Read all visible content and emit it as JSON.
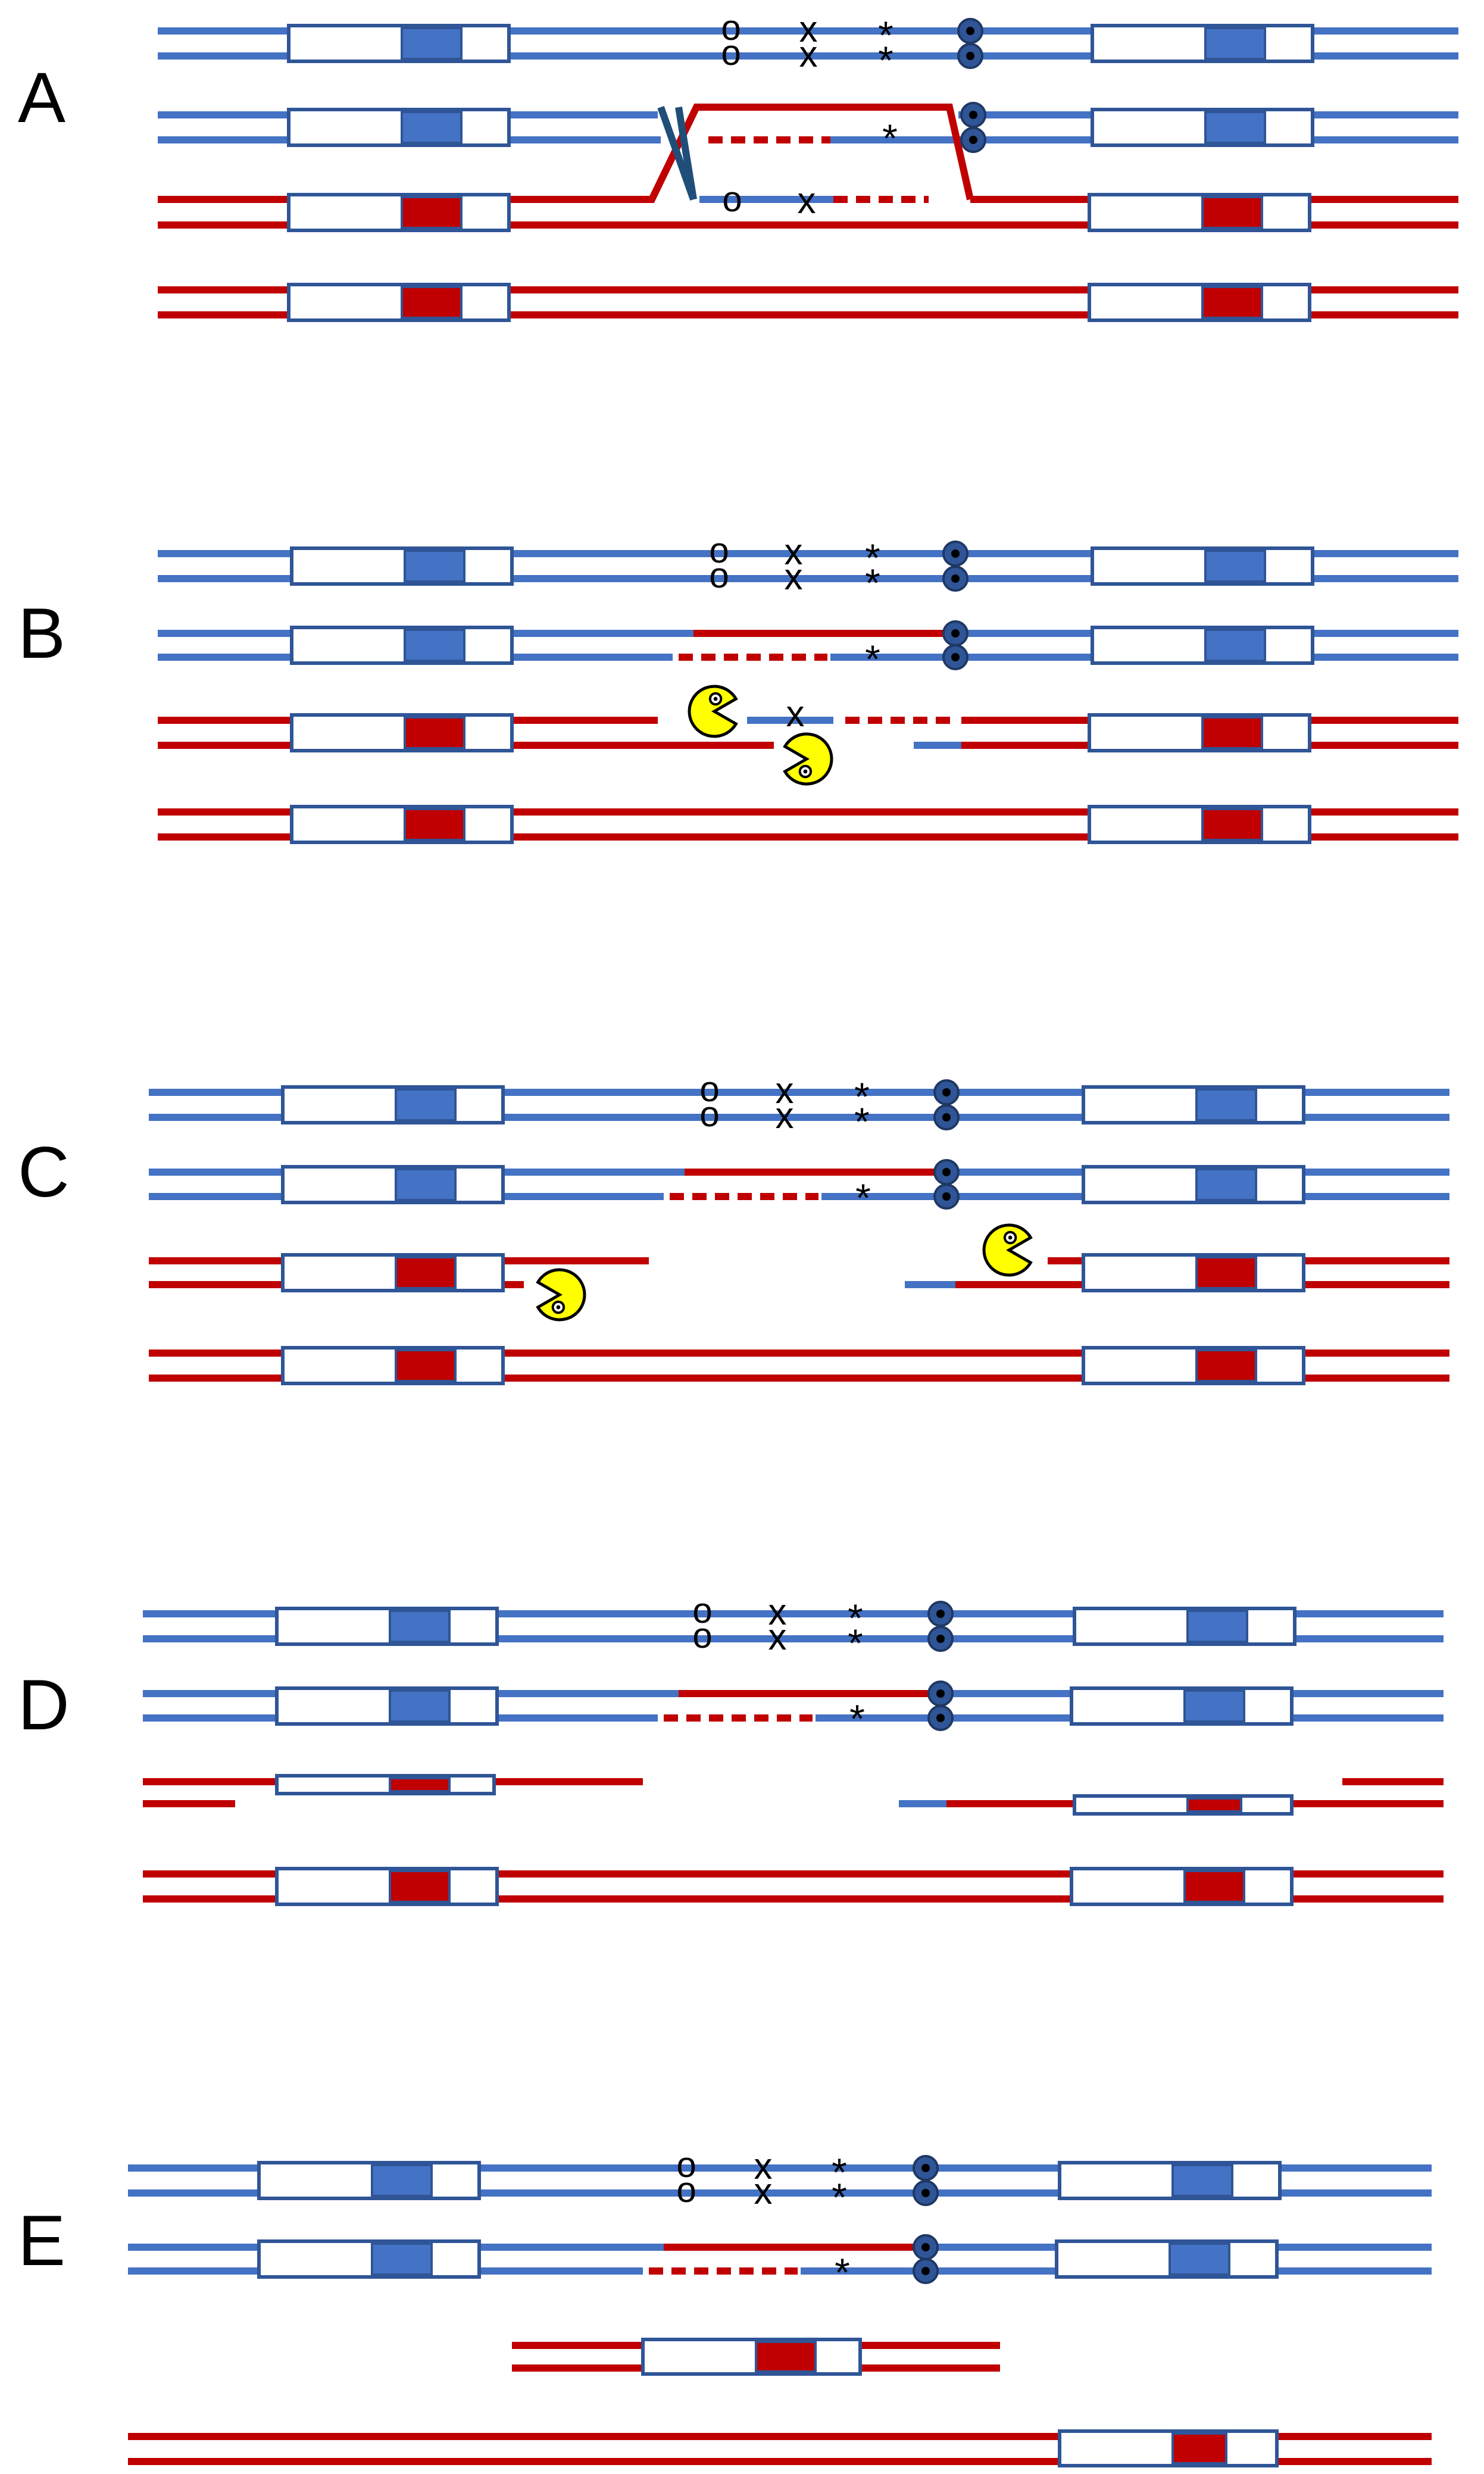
{
  "colors": {
    "blue": "#4472C4",
    "red": "#C00000",
    "outline": "#2F5597",
    "dark_blue": "#1F4E79",
    "pacman": "#FFFF00",
    "ink": "#000000",
    "background": "#FFFFFF"
  },
  "panels": [
    {
      "label": "A"
    },
    {
      "label": "B"
    },
    {
      "label": "C"
    },
    {
      "label": "D"
    },
    {
      "label": "E"
    }
  ],
  "markers": {
    "o": "o",
    "x": "x",
    "star": "*"
  },
  "icons": {
    "centromere": "centromere-icon",
    "exonuclease": "pacman-exonuclease-icon"
  }
}
